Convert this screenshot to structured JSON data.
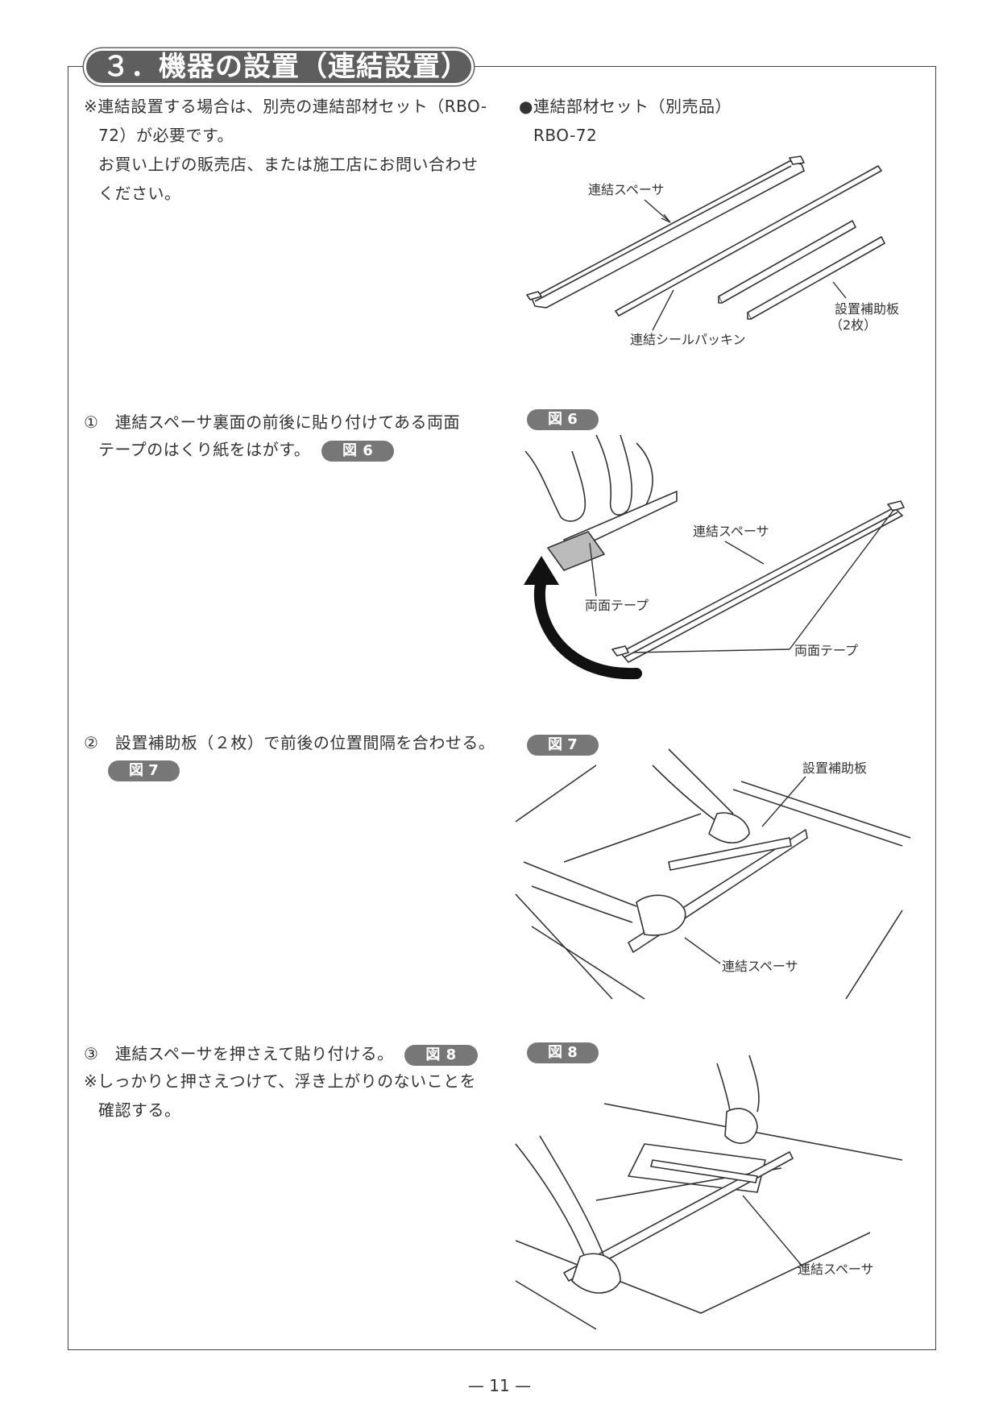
{
  "section": {
    "title": "３．機器の設置（連結設置）"
  },
  "intro": {
    "note_line1": "※連結設置する場合は、別売の連結部材セット（RBO-",
    "note_line2": "72）が必要です。",
    "note_line3": "お買い上げの販売店、または施工店にお問い合わせ",
    "note_line4": "ください。"
  },
  "kit": {
    "title": "●連結部材セット（別売品）",
    "model": "RBO-72",
    "labels": {
      "spacer": "連結スペーサ",
      "packing": "連結シールパッキン",
      "plate": "設置補助板",
      "plate_count": "（2枚）"
    }
  },
  "step1": {
    "line1": "①　連結スペーサ裏面の前後に貼り付けてある両面",
    "line2": "テープのはくり紙をはがす。",
    "ref": "図 6"
  },
  "fig6": {
    "badge": "図 6",
    "labels": {
      "spacer": "連結スペーサ",
      "tape_a": "両面テープ",
      "tape_b": "両面テープ"
    }
  },
  "step2": {
    "line1": "②　設置補助板（２枚）で前後の位置間隔を合わせる。",
    "ref": "図 7"
  },
  "fig7": {
    "badge": "図 7",
    "labels": {
      "plate": "設置補助板",
      "spacer": "連結スペーサ"
    }
  },
  "step3": {
    "line1": "③　連結スペーサを押さえて貼り付ける。",
    "ref": "図 8",
    "note_line1": "※しっかりと押さえつけて、浮き上がりのないことを",
    "note_line2": "確認する。"
  },
  "fig8": {
    "badge": "図 8",
    "labels": {
      "spacer": "連結スペーサ"
    }
  },
  "footer": {
    "page": "— 11 —"
  }
}
